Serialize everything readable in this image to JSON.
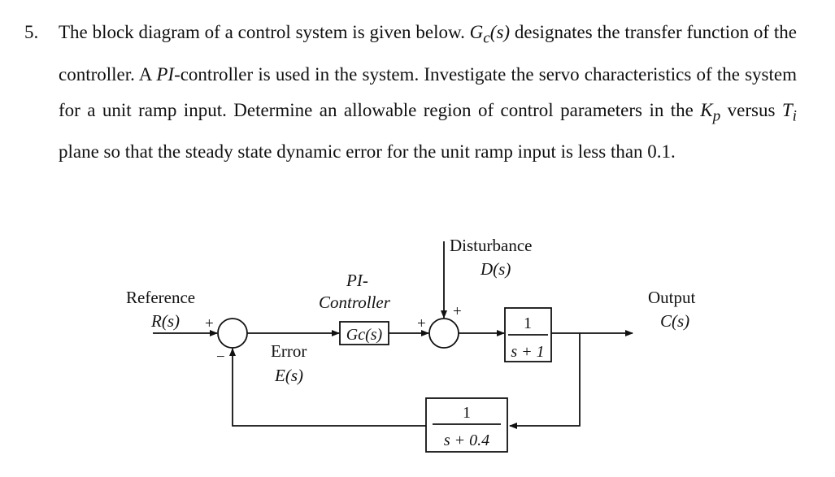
{
  "problem": {
    "number": "5.",
    "s1": "The block diagram of a control system is given below. ",
    "gc_g": "G",
    "gc_sub": "c",
    "gc_arg": "(s)",
    "s2": " designates the transfer function of the controller. A ",
    "pi": "PI",
    "s3": "-controller is used in the system. Investigate the servo characteristics of the system for a unit ramp input. Determine an allowable region of control parameters in the ",
    "kp_k": "K",
    "kp_sub": "p",
    "s4": " versus ",
    "ti_t": "T",
    "ti_sub": "i",
    "s5": " plane so that the steady state dynamic error for the unit ramp input is less than 0.1."
  },
  "diagram": {
    "reference_label": "Reference",
    "reference_signal": "R(s)",
    "plus_ref": "+",
    "minus_fb": "−",
    "error_label": "Error",
    "error_signal": "E(s)",
    "controller_line1": "PI-",
    "controller_line2": "Controller",
    "controller_block": "Gc(s)",
    "plus_left": "+",
    "plus_top": "+",
    "disturbance_label": "Disturbance",
    "disturbance_signal": "D(s)",
    "plant_num": "1",
    "plant_den": "s + 1",
    "output_label": "Output",
    "output_signal": "C(s)",
    "feedback_num": "1",
    "feedback_den": "s + 0.4"
  }
}
